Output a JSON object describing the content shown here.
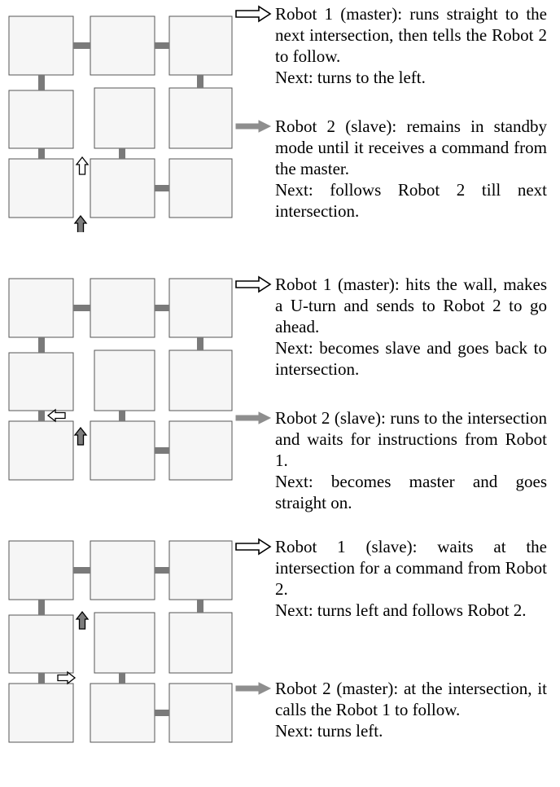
{
  "panels": [
    {
      "robot1": {
        "title": "Robot 1 (master): runs straight to the next intersection, then tells the Robot 2 to follow.",
        "next": "Next: turns to the left."
      },
      "robot2": {
        "title": "Robot 2 (slave): remains in standby mode until it receives a command from the master.",
        "next": "Next: follows Robot 2 till next intersection."
      }
    },
    {
      "robot1": {
        "title": "Robot 1 (master): hits the wall, makes a U-turn and sends to Robot 2 to go ahead.",
        "next": "Next: becomes slave and goes back to intersection."
      },
      "robot2": {
        "title": "Robot 2 (slave): runs to the intersection and waits for instructions from Robot 1.",
        "next": "Next: becomes master and goes straight on."
      }
    },
    {
      "robot1": {
        "title": "Robot 1 (slave): waits at the intersection for a command from Robot 2.",
        "next": "Next: turns left and follows Robot 2."
      },
      "robot2": {
        "title": "Robot 2 (master): at the intersection, it calls the Robot 1 to follow.",
        "next": "Next: turns left."
      }
    }
  ],
  "colors": {
    "block_fill": "#f6f6f6",
    "block_stroke": "#555555",
    "connector": "#7a7a7a",
    "robot1_arrow": "#ffffff",
    "robot2_arrow": "#7d7d7d",
    "legend1": "#000000",
    "legend2": "#8e8e8e"
  },
  "icons": {
    "robot1": "hollow-arrow-icon",
    "robot2": "gray-arrow-icon"
  }
}
